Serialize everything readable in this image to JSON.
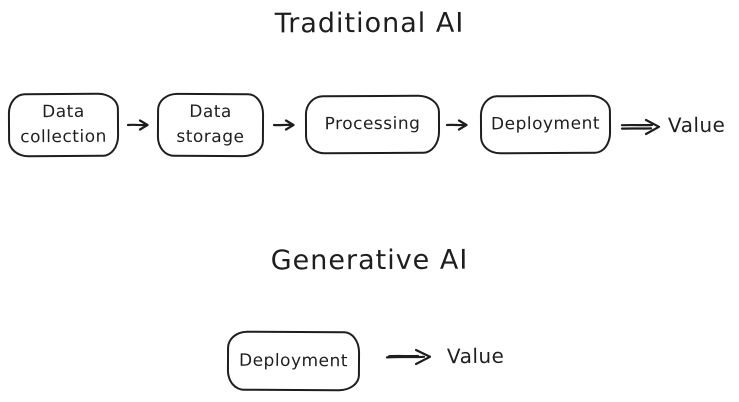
{
  "colors": {
    "ink": "#1e1e1e",
    "background": "#ffffff"
  },
  "icons": {
    "step_arrow": "arrow-right-icon",
    "value_arrow": "double-arrow-right-icon"
  },
  "sections": [
    {
      "title": "Traditional AI",
      "steps": [
        "Data collection",
        "Data storage",
        "Processing",
        "Deployment"
      ],
      "result": "Value"
    },
    {
      "title": "Generative AI",
      "steps": [
        "Deployment"
      ],
      "result": "Value"
    }
  ]
}
